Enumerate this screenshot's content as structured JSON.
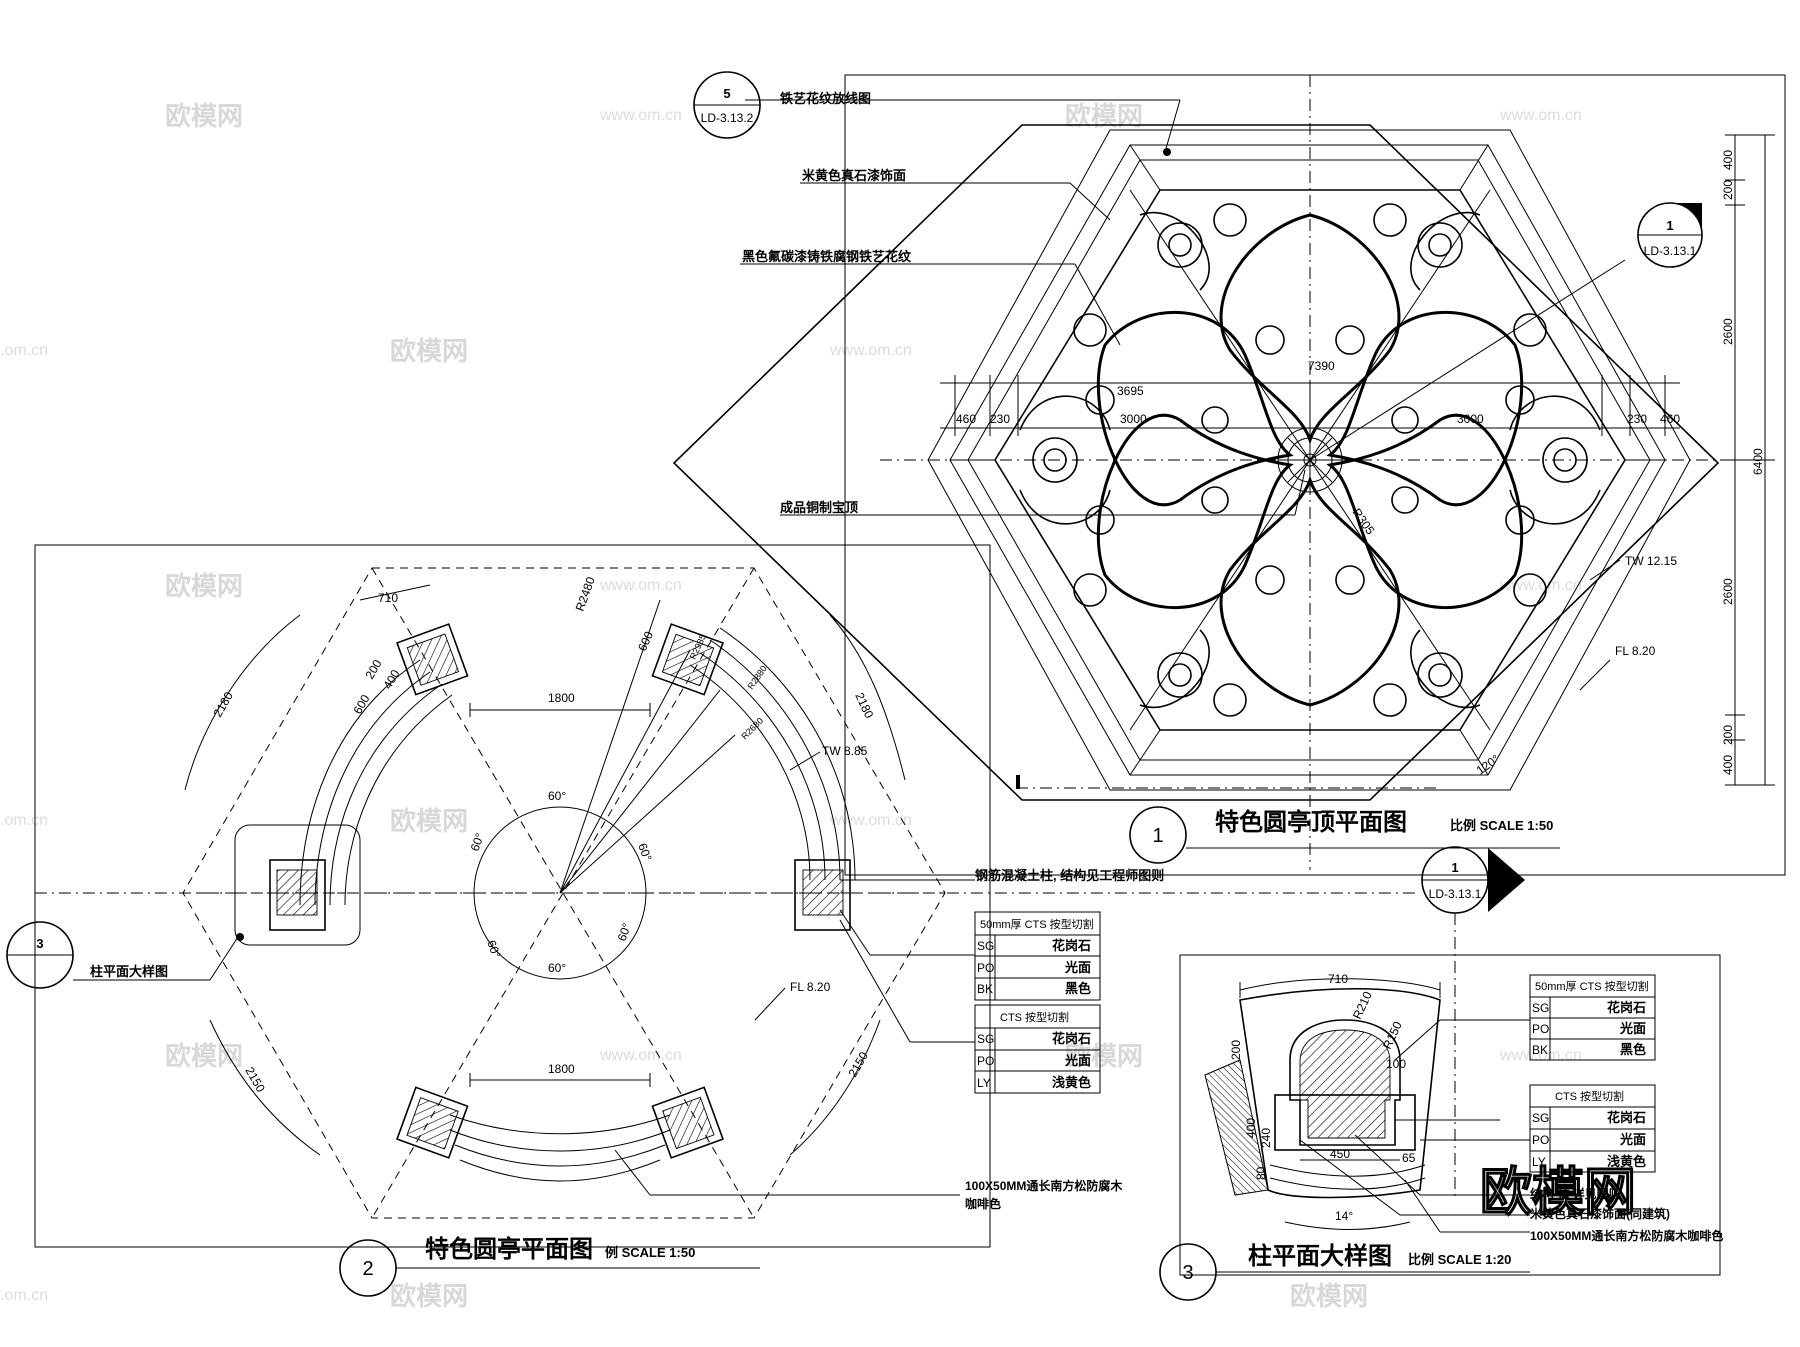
{
  "watermark": {
    "brand": "欧模网",
    "site": "www.om.cn",
    "site_short": ".om.cn"
  },
  "roof_plan": {
    "title": "特色圆亭顶平面图",
    "scale": "比例 SCALE 1:50",
    "bubble_number": "1",
    "callouts": {
      "ironwork_layout": "铁艺花纹放线图",
      "stone_paint": "米黄色真石漆饰面",
      "ironwork": "黑色氟碳漆铸铁腐钢铁艺花纹",
      "finial": "成品铜制宝顶"
    },
    "ref_top": {
      "number": "5",
      "sheet": "LD-3.13.2"
    },
    "ref_right": {
      "number": "1",
      "sheet": "LD-3.13.1"
    },
    "ref_section": {
      "number": "1",
      "sheet": "LD-3.13.1"
    },
    "dimensions": {
      "left_chain": [
        "460",
        "230",
        "3000"
      ],
      "right_chain": [
        "3000",
        "230",
        "460"
      ],
      "span": "3695",
      "r_inner": "R305",
      "top_label": "7390",
      "right_vertical": [
        "400",
        "200",
        "2600",
        "2600",
        "200",
        "400"
      ],
      "overall": "6400",
      "angle": "120°"
    },
    "levels": {
      "tw": "TW 12.15",
      "fl": "FL 8.20"
    }
  },
  "floor_plan": {
    "title": "特色圆亭平面图",
    "scale": "例 SCALE 1:50",
    "bubble_number": "2",
    "column_note": "钢筋混凝土柱, 结构见工程师图则",
    "detail_ref": {
      "label": "柱平面大样图",
      "number": "3"
    },
    "bench_note_line1": "100X50MM通长南方松防腐木",
    "bench_note_line2": "咖啡色",
    "dimensions": {
      "col_width": "710",
      "col_200": "200",
      "col_400": "400",
      "col_600": "600",
      "col_600b": "600",
      "arc_left": "2180",
      "arc_right": "2180",
      "arc_bl": "2150",
      "arc_br": "2150",
      "span_top": "1800",
      "span_bottom": "1800",
      "radius": "R2480",
      "r1": "R2985",
      "r2": "R2880",
      "r3": "R2680",
      "angles": [
        "60°",
        "60°",
        "60°",
        "60°",
        "60°",
        "60°"
      ]
    },
    "levels": {
      "tw": "TW 8.85",
      "fl": "FL 8.20"
    },
    "table_a": {
      "header": "50mm厚 CTS 按型切割",
      "rows": [
        [
          "SG",
          "花岗石"
        ],
        [
          "PO",
          "光面"
        ],
        [
          "BK",
          "黑色"
        ]
      ]
    },
    "table_b": {
      "header": "CTS  按型切割",
      "rows": [
        [
          "SG",
          "花岗石"
        ],
        [
          "PO",
          "光面"
        ],
        [
          "LY",
          "浅黄色"
        ]
      ]
    }
  },
  "column_detail": {
    "title": "柱平面大样图",
    "scale": "比例 SCALE 1:20",
    "bubble_number": "3",
    "table_a": {
      "header": "50mm厚 CTS 按型切割",
      "rows": [
        [
          "SG",
          "花岗石"
        ],
        [
          "PO",
          "光面"
        ],
        [
          "BK",
          "黑色"
        ]
      ]
    },
    "table_b": {
      "header": "CTS  按型切割",
      "rows": [
        [
          "SG",
          "花岗石"
        ],
        [
          "PO",
          "光面"
        ],
        [
          "LY",
          "浅黄色"
        ]
      ]
    },
    "notes": {
      "structure": "结构  柱  详见图则",
      "paint": "米黄色真石漆饰面(同建筑)",
      "wood": "100X50MM通长南方松防腐木咖啡色"
    },
    "dimensions": {
      "width": "710",
      "r210": "R210",
      "r150": "R150",
      "d100": "100",
      "d200": "200",
      "d240": "240",
      "d400": "400",
      "d450": "450",
      "d65": "65",
      "d80": "80",
      "angle": "14°"
    }
  }
}
